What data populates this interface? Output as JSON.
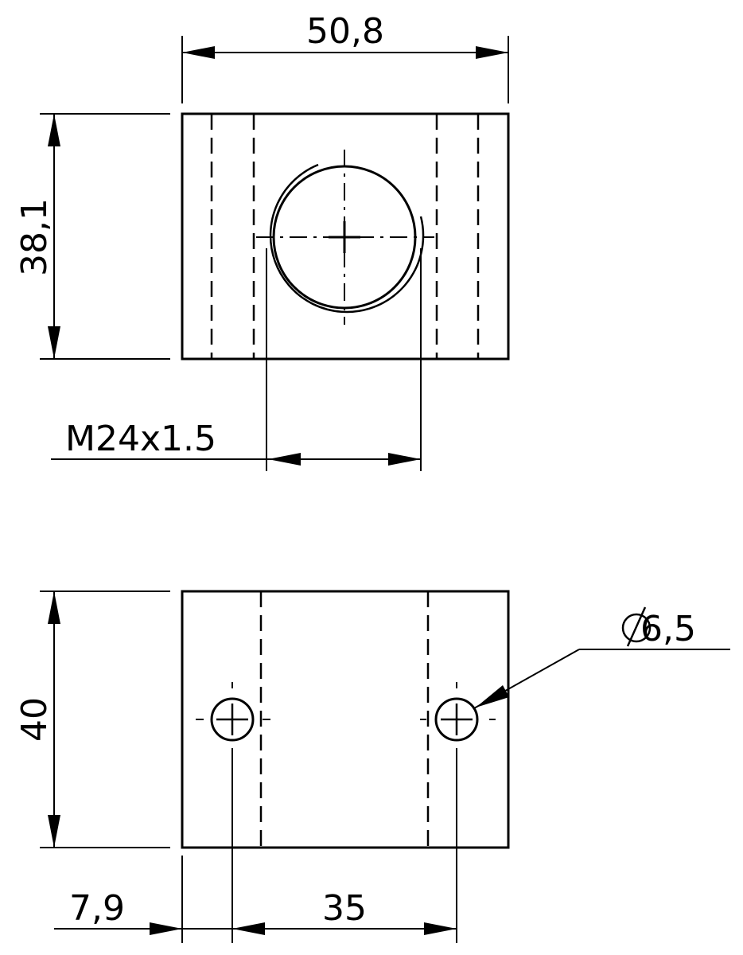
{
  "drawing": {
    "top_view": {
      "width_dim": "50,8",
      "height_dim": "38,1",
      "thread_dim": "M24x1.5"
    },
    "bottom_view": {
      "height_dim": "40",
      "hole_dim": "⌀ 6,5",
      "hole_symbol": "⌀",
      "hole_value": "6,5",
      "offset_dim": "7,9",
      "spacing_dim": "35"
    },
    "colors": {
      "line": "#000000",
      "background": "#ffffff"
    }
  }
}
